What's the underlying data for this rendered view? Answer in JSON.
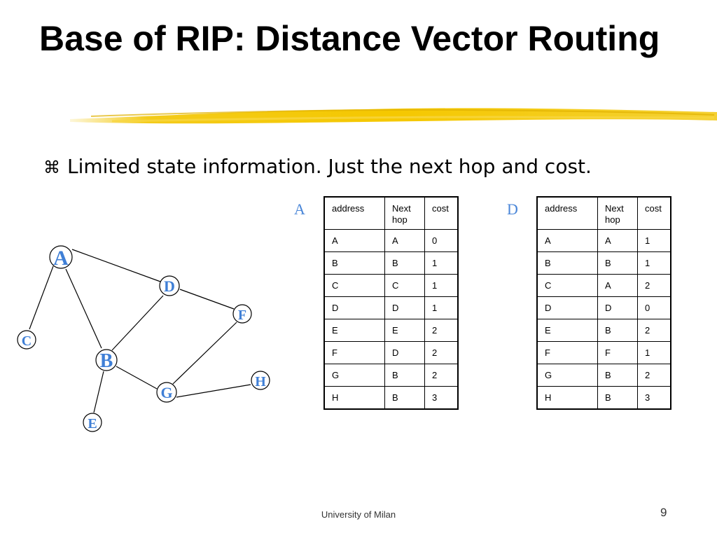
{
  "slide": {
    "title": "Base of RIP: Distance Vector Routing",
    "bullet_glyph": "⌘",
    "bullet": "Limited state information. Just the next hop and cost.",
    "footer": "University of Milan",
    "page_number": "9"
  },
  "colors": {
    "node_letter": "#3f7fd6",
    "highlight": "#f2c500"
  },
  "graph": {
    "nodes": [
      "A",
      "B",
      "C",
      "D",
      "E",
      "F",
      "G",
      "H"
    ],
    "edges": [
      [
        "A",
        "C"
      ],
      [
        "A",
        "B"
      ],
      [
        "A",
        "D"
      ],
      [
        "D",
        "B"
      ],
      [
        "D",
        "F"
      ],
      [
        "B",
        "G"
      ],
      [
        "B",
        "E"
      ],
      [
        "F",
        "G"
      ],
      [
        "G",
        "H"
      ]
    ]
  },
  "tables": [
    {
      "label": "A",
      "headers": [
        "address",
        "Next\nhop",
        "cost"
      ],
      "rows": [
        [
          "A",
          "A",
          "0"
        ],
        [
          "B",
          "B",
          "1"
        ],
        [
          "C",
          "C",
          "1"
        ],
        [
          "D",
          "D",
          "1"
        ],
        [
          "E",
          "E",
          "2"
        ],
        [
          "F",
          "D",
          "2"
        ],
        [
          "G",
          "B",
          "2"
        ],
        [
          "H",
          "B",
          "3"
        ]
      ]
    },
    {
      "label": "D",
      "headers": [
        "address",
        "Next\nhop",
        "cost"
      ],
      "rows": [
        [
          "A",
          "A",
          "1"
        ],
        [
          "B",
          "B",
          "1"
        ],
        [
          "C",
          "A",
          "2"
        ],
        [
          "D",
          "D",
          "0"
        ],
        [
          "E",
          "B",
          "2"
        ],
        [
          "F",
          "F",
          "1"
        ],
        [
          "G",
          "B",
          "2"
        ],
        [
          "H",
          "B",
          "3"
        ]
      ]
    }
  ]
}
